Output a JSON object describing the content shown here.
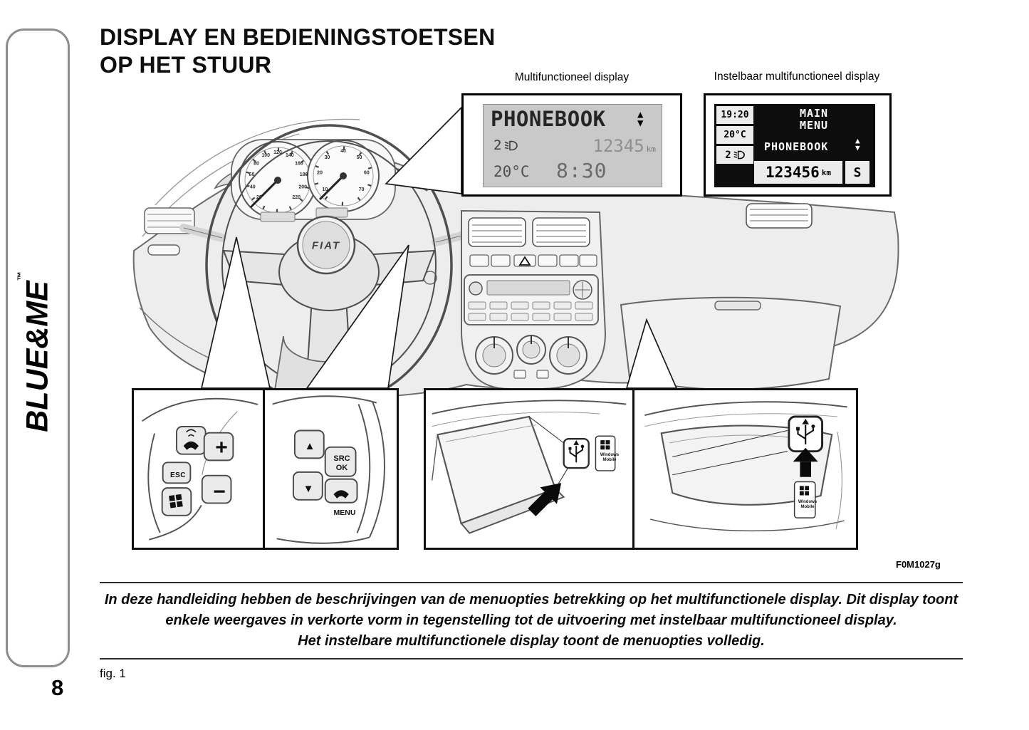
{
  "sidebar": {
    "brand": "BLUE&ME",
    "trademark": "™",
    "page_number": "8"
  },
  "header": {
    "title_line1": "DISPLAY EN BEDIENINGSTOETSEN",
    "title_line2": "OP HET STUUR"
  },
  "callout_labels": {
    "multifunction": "Multifunctioneel display",
    "adjustable": "Instelbaar multifunctioneel display"
  },
  "multifunction_display": {
    "menu_item": "PHONEBOOK",
    "headlight_level": "2",
    "odometer": "12345",
    "odometer_unit": "km",
    "temperature": "20°C",
    "time": "8:30"
  },
  "adjustable_display": {
    "time": "19:20",
    "temperature": "20°C",
    "headlight_level": "2",
    "menu_title_line1": "MAIN",
    "menu_title_line2": "MENU",
    "menu_item": "PHONEBOOK",
    "odometer": "123456",
    "odometer_unit": "km",
    "trip_mode": "S"
  },
  "icons": {
    "up_arrow": "▲",
    "down_arrow": "▼"
  },
  "dashboard": {
    "fiat_logo": "FIAT",
    "speedometer_labels": [
      "20",
      "40",
      "60",
      "80",
      "100",
      "120",
      "140",
      "160",
      "180",
      "200",
      "220"
    ],
    "tachometer_labels": [
      "10",
      "20",
      "30",
      "40",
      "50",
      "60",
      "70"
    ]
  },
  "steering_left_controls": {
    "esc": "ESC",
    "plus": "+",
    "minus": "−"
  },
  "steering_right_controls": {
    "up": "▲",
    "down": "▼",
    "src": "SRC",
    "ok": "OK",
    "menu": "MENU"
  },
  "usb_badge": {
    "line1": "Windows",
    "line2": "Mobile"
  },
  "figure": {
    "code": "F0M1027g",
    "caption": "fig. 1"
  },
  "note": {
    "line1": "In deze handleiding hebben de beschrijvingen van de menuopties betrekking op het multifunctionele display. Dit display toont",
    "line2": "enkele weergaves in verkorte vorm in tegenstelling tot de uitvoering met instelbaar multifunctioneel display.",
    "line3": "Het instelbare multifunctionele display toont de menuopties volledig."
  }
}
